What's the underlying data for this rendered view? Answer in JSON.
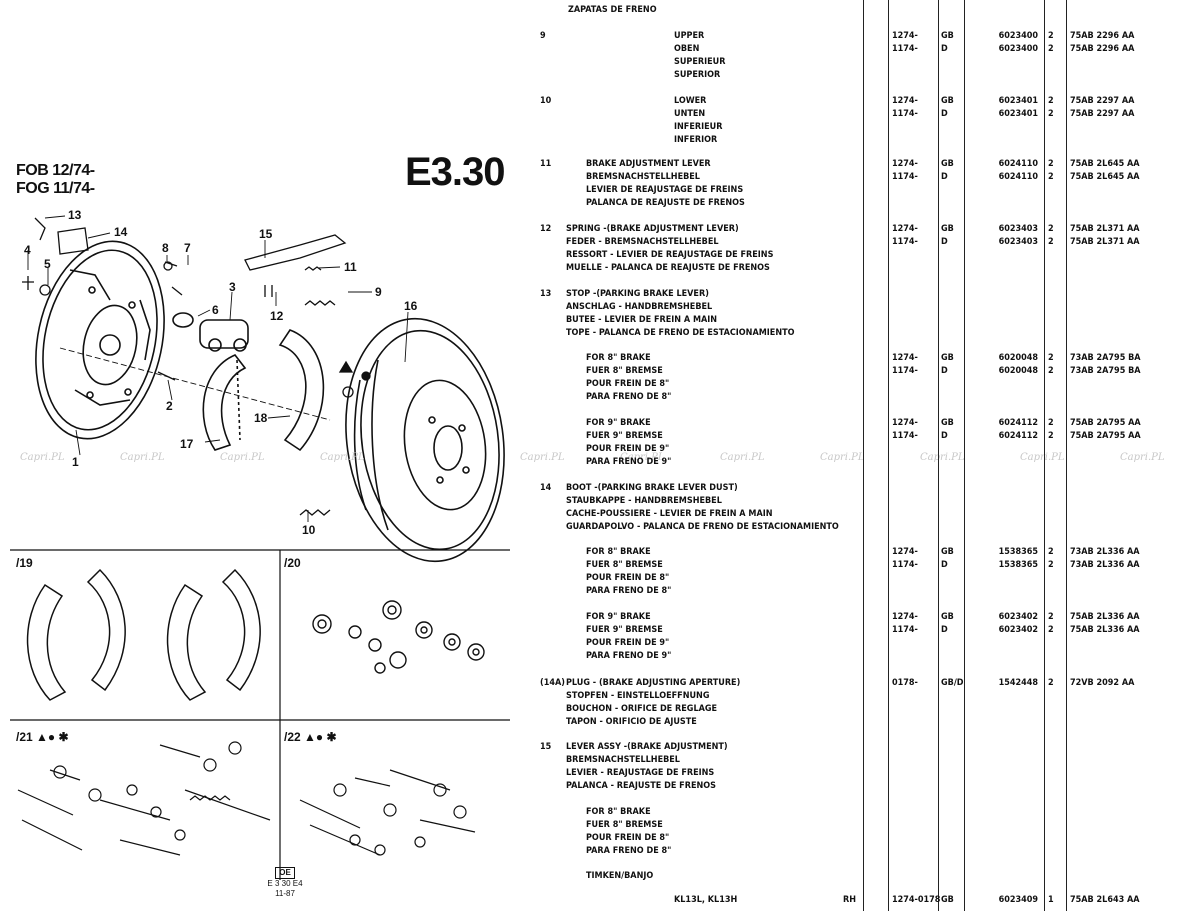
{
  "figure": {
    "model_lines": [
      "FOB 12/74-",
      "FOG 11/74-"
    ],
    "page_code": "E3.30",
    "callouts": [
      "13",
      "14",
      "4",
      "5",
      "8",
      "7",
      "15",
      "11",
      "9",
      "6",
      "3",
      "12",
      "16",
      "2",
      "1",
      "17",
      "18",
      "10"
    ],
    "panels": [
      "/19",
      "/20",
      "/21 ▲● ✱",
      "/22 ▲● ✱"
    ],
    "page_ref": [
      "OE",
      "E 3 30 E4",
      "11-87"
    ],
    "watermark": "Capri.PL"
  },
  "table": {
    "section_title": "ZAPATAS DE FRENO",
    "entries": [
      {
        "ref": "9",
        "desc": [
          "UPPER",
          "OBEN",
          "SUPERIEUR",
          "SUPERIOR"
        ],
        "indent": 2,
        "rows": [
          [
            "1274-",
            "GB",
            "6023400",
            "2",
            "75AB 2296 AA"
          ],
          [
            "1174-",
            "D",
            "6023400",
            "2",
            "75AB 2296 AA"
          ]
        ]
      },
      {
        "ref": "10",
        "desc": [
          "LOWER",
          "UNTEN",
          "INFERIEUR",
          "INFERIOR"
        ],
        "indent": 2,
        "rows": [
          [
            "1274-",
            "GB",
            "6023401",
            "2",
            "75AB 2297 AA"
          ],
          [
            "1174-",
            "D",
            "6023401",
            "2",
            "75AB 2297 AA"
          ]
        ]
      },
      {
        "ref": "11",
        "desc": [
          "BRAKE ADJUSTMENT LEVER",
          "BREMSNACHSTELLHEBEL",
          "LEVIER DE REAJUSTAGE DE FREINS",
          "PALANCA DE REAJUSTE DE FRENOS"
        ],
        "indent": 1,
        "rows": [
          [
            "1274-",
            "GB",
            "6024110",
            "2",
            "75AB 2L645 AA"
          ],
          [
            "1174-",
            "D",
            "6024110",
            "2",
            "75AB 2L645 AA"
          ]
        ]
      },
      {
        "ref": "12",
        "desc": [
          "SPRING -(BRAKE ADJUSTMENT LEVER)",
          "FEDER - BREMSNACHSTELLHEBEL",
          "RESSORT - LEVIER DE REAJUSTAGE DE FREINS",
          "MUELLE - PALANCA DE REAJUSTE DE FRENOS"
        ],
        "indent": 0,
        "rows": [
          [
            "1274-",
            "GB",
            "6023403",
            "2",
            "75AB 2L371 AA"
          ],
          [
            "1174-",
            "D",
            "6023403",
            "2",
            "75AB 2L371 AA"
          ]
        ]
      },
      {
        "ref": "13",
        "desc": [
          "STOP -(PARKING BRAKE LEVER)",
          "ANSCHLAG - HANDBREMSHEBEL",
          "BUTEE - LEVIER DE FREIN A MAIN",
          "TOPE - PALANCA DE FRENO DE ESTACIONAMIENTO"
        ],
        "indent": 0,
        "rows": []
      },
      {
        "ref": "",
        "desc": [
          "FOR 8\" BRAKE",
          "FUER 8\" BREMSE",
          "POUR FREIN DE 8\"",
          "PARA FRENO DE 8\""
        ],
        "indent": 1,
        "rows": [
          [
            "1274-",
            "GB",
            "6020048",
            "2",
            "73AB 2A795 BA"
          ],
          [
            "1174-",
            "D",
            "6020048",
            "2",
            "73AB 2A795 BA"
          ]
        ]
      },
      {
        "ref": "",
        "desc": [
          "FOR 9\" BRAKE",
          "FUER 9\" BREMSE",
          "POUR FREIN DE 9\"",
          "PARA FRENO DE 9\""
        ],
        "indent": 1,
        "rows": [
          [
            "1274-",
            "GB",
            "6024112",
            "2",
            "75AB 2A795 AA"
          ],
          [
            "1174-",
            "D",
            "6024112",
            "2",
            "75AB 2A795 AA"
          ]
        ]
      },
      {
        "ref": "14",
        "desc": [
          "BOOT -(PARKING BRAKE LEVER DUST)",
          "STAUBKAPPE - HANDBREMSHEBEL",
          "CACHE-POUSSIERE - LEVIER DE FREIN A MAIN",
          "GUARDAPOLVO - PALANCA DE FRENO DE ESTACIONAMIENTO"
        ],
        "indent": 0,
        "rows": []
      },
      {
        "ref": "",
        "desc": [
          "FOR 8\" BRAKE",
          "FUER 8\" BREMSE",
          "POUR FREIN DE 8\"",
          "PARA FRENO DE 8\""
        ],
        "indent": 1,
        "rows": [
          [
            "1274-",
            "GB",
            "1538365",
            "2",
            "73AB 2L336 AA"
          ],
          [
            "1174-",
            "D",
            "1538365",
            "2",
            "73AB 2L336 AA"
          ]
        ]
      },
      {
        "ref": "",
        "desc": [
          "FOR 9\" BRAKE",
          "FUER 9\" BREMSE",
          "POUR FREIN DE 9\"",
          "PARA FRENO DE 9\""
        ],
        "indent": 1,
        "rows": [
          [
            "1274-",
            "GB",
            "6023402",
            "2",
            "75AB 2L336 AA"
          ],
          [
            "1174-",
            "D",
            "6023402",
            "2",
            "75AB 2L336 AA"
          ]
        ]
      },
      {
        "ref": "(14A)",
        "desc": [
          "PLUG - (BRAKE ADJUSTING APERTURE)",
          "STOPFEN - EINSTELLOEFFNUNG",
          "BOUCHON - ORIFICE DE REGLAGE",
          "TAPON - ORIFICIO DE AJUSTE"
        ],
        "indent": 0,
        "rows": [
          [
            "0178-",
            "GB/D",
            "1542448",
            "2",
            "72VB 2092 AA"
          ]
        ]
      },
      {
        "ref": "15",
        "desc": [
          "LEVER ASSY -(BRAKE ADJUSTMENT)",
          "BREMSNACHSTELLHEBEL",
          "LEVIER - REAJUSTAGE DE FREINS",
          "PALANCA - REAJUSTE DE FRENOS"
        ],
        "indent": 0,
        "rows": []
      },
      {
        "ref": "",
        "desc": [
          "FOR 8\" BRAKE",
          "FUER 8\" BREMSE",
          "POUR FREIN DE 8\"",
          "PARA FRENO DE 8\""
        ],
        "indent": 1,
        "rows": []
      },
      {
        "ref": "",
        "desc": [
          "TIMKEN/BANJO"
        ],
        "indent": 1,
        "rows": []
      }
    ],
    "footer": {
      "desc": "KL13L, KL13H",
      "side": "RH",
      "date": "1274-0178",
      "market": "GB",
      "part": "6023409",
      "qty": "1",
      "eng": "75AB 2L643 AA"
    }
  }
}
